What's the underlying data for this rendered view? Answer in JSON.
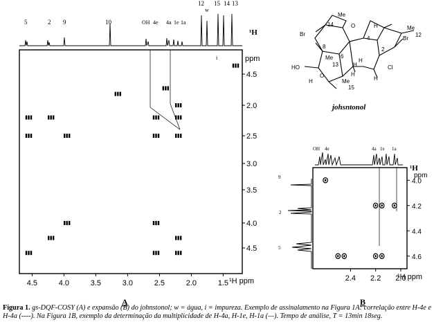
{
  "chart_data": [
    {
      "id": "A",
      "type": "scatter",
      "panel_label": "A",
      "xlabel": "¹H ppm",
      "ylabel": "ppm",
      "y_axis_unit": "ppm",
      "right_axis_label": "¹H",
      "x_ticks": [
        "4.5",
        "4.0",
        "3.5",
        "3.0",
        "2.5",
        "2.0",
        "1.5"
      ],
      "y_ticks": [
        "4.5",
        "2.0",
        "2.5",
        "3.0",
        "3.5",
        "4.0",
        "4.5"
      ],
      "top_peak_labels": [
        "5",
        "2",
        "9",
        "10",
        "OH",
        "4e",
        "4a",
        "1e",
        "1a",
        "12",
        "w",
        "15",
        "14",
        "13"
      ],
      "impurity_label": "i",
      "crosspeaks_xy_ppm": [
        [
          4.55,
          2.2
        ],
        [
          4.55,
          2.5
        ],
        [
          4.55,
          4.6
        ],
        [
          4.2,
          2.2
        ],
        [
          4.2,
          4.3
        ],
        [
          3.95,
          2.5
        ],
        [
          3.95,
          4.0
        ],
        [
          2.55,
          2.2
        ],
        [
          2.55,
          2.5
        ],
        [
          2.55,
          4.0
        ],
        [
          2.55,
          4.6
        ],
        [
          2.2,
          2.0
        ],
        [
          2.2,
          2.2
        ],
        [
          2.2,
          2.5
        ],
        [
          2.2,
          4.3
        ],
        [
          2.2,
          4.6
        ],
        [
          3.15,
          1.8
        ],
        [
          2.4,
          1.7
        ],
        [
          1.3,
          1.3
        ]
      ]
    },
    {
      "id": "B",
      "type": "scatter",
      "panel_label": "B",
      "xlabel": "¹H ppm",
      "y_axis_unit": "ppm",
      "right_axis_label": "¹H",
      "x_ticks": [
        "2.4",
        "2.2",
        "2.0"
      ],
      "y_ticks": [
        "4.0",
        "4.2",
        "4.4",
        "4.6"
      ],
      "top_peak_labels": [
        "OH",
        "4e",
        "4a",
        "1e",
        "1a"
      ],
      "left_peak_labels": [
        "9",
        "2",
        "5"
      ],
      "crosspeaks_xy_ppm": [
        [
          2.6,
          4.0
        ],
        [
          2.5,
          4.6
        ],
        [
          2.45,
          4.6
        ],
        [
          2.2,
          4.2
        ],
        [
          2.15,
          4.2
        ],
        [
          2.05,
          4.2
        ],
        [
          2.2,
          4.6
        ],
        [
          2.15,
          4.6
        ]
      ]
    }
  ],
  "structure": {
    "name": "johsntonol",
    "atoms": [
      "Br",
      "Me",
      "14",
      "O",
      "4",
      "Me",
      "12",
      "Br",
      "HO",
      "8",
      "6",
      "2",
      "H",
      "Cl",
      "Me",
      "13",
      "O",
      "Me",
      "15",
      "H",
      "H",
      "H",
      "H",
      "H"
    ]
  },
  "caption": {
    "figure_label": "Figura 1.",
    "text": "gs-DQF-COSY (A) e expansão (B) do johnstonol; w = água, i = impureza. Exemplo de assinalamento na Figura 1A: correlação entre H-4e e H-4a (----). Na Figura 1B, exemplo da determinação da multiplicidade de H-4a, H-1e, H-1a (—). Tempo de análise, T = 13min 18seg."
  }
}
